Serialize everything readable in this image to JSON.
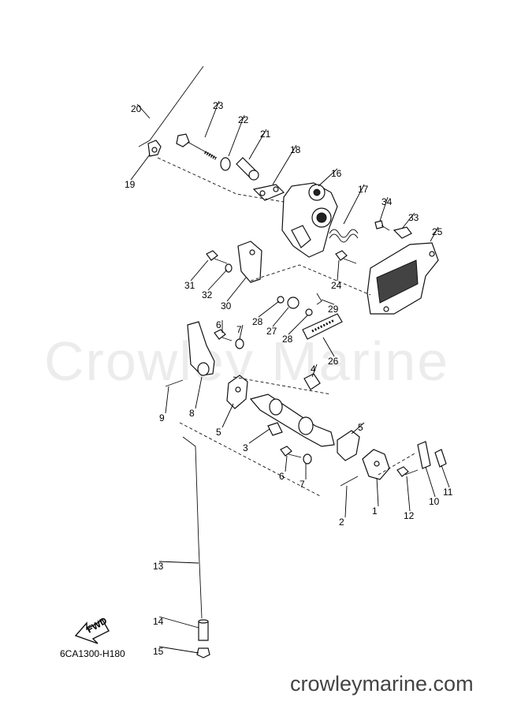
{
  "watermark": "Crowley Marine",
  "diagram_code": "6CA1300-H180",
  "site_url": "crowleymarine.com",
  "fwd_label": "FWD",
  "callouts": [
    "1",
    "2",
    "3",
    "4",
    "5",
    "5",
    "6",
    "6",
    "7",
    "7",
    "8",
    "9",
    "10",
    "11",
    "12",
    "13",
    "14",
    "15",
    "16",
    "17",
    "18",
    "19",
    "20",
    "21",
    "22",
    "23",
    "24",
    "25",
    "26",
    "27",
    "28",
    "28",
    "29",
    "30",
    "31",
    "32",
    "33",
    "34"
  ]
}
